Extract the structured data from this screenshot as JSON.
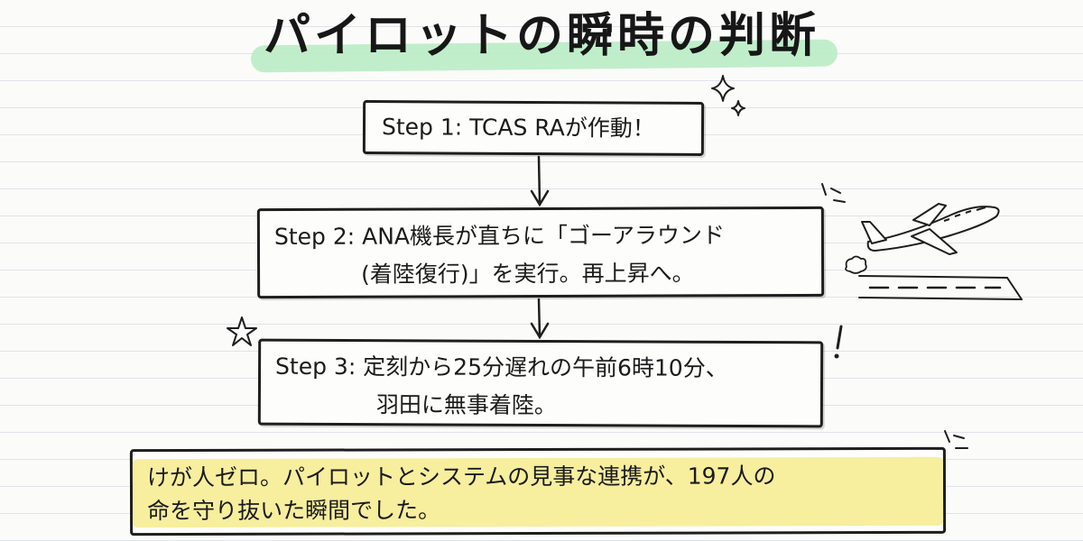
{
  "title": "パイロットの瞬時の判断",
  "steps": [
    {
      "lines": [
        "Step 1: TCAS RAが作動！"
      ]
    },
    {
      "lines": [
        "Step 2: ANA機長が直ちに「ゴーアラウンド",
        "(着陸復行)」を実行。再上昇へ。"
      ]
    },
    {
      "lines": [
        "Step 3: 定刻から25分遅れの午前6時10分、",
        "羽田に無事着陸。"
      ]
    }
  ],
  "summary": {
    "lines": [
      "けが人ゼロ。パイロットとシステムの見事な連携が、197人の",
      "命を守り抜いた瞬間でした。"
    ]
  },
  "icons": [
    "sparkle-icon",
    "airplane-icon",
    "star-icon",
    "exclamation-icon"
  ],
  "colors": {
    "title_highlight": "#b9ecc4",
    "summary_highlight": "#f7ee9e",
    "ink": "#1e1e1e"
  }
}
